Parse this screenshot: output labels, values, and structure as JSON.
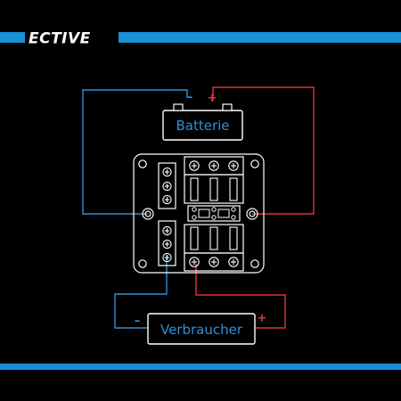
{
  "brand": {
    "name": "ECTIVE"
  },
  "battery": {
    "label": "Batterie",
    "minus": "–",
    "plus": "+"
  },
  "load": {
    "label": "Verbraucher",
    "minus": "–",
    "plus": "+"
  },
  "colors": {
    "background": "#000000",
    "brand_bar": "#1a8fd6",
    "wire_negative": "#2f8fd8",
    "wire_positive": "#e0323c",
    "outline": "#ffffff",
    "label_text": "#2f8fd8"
  }
}
